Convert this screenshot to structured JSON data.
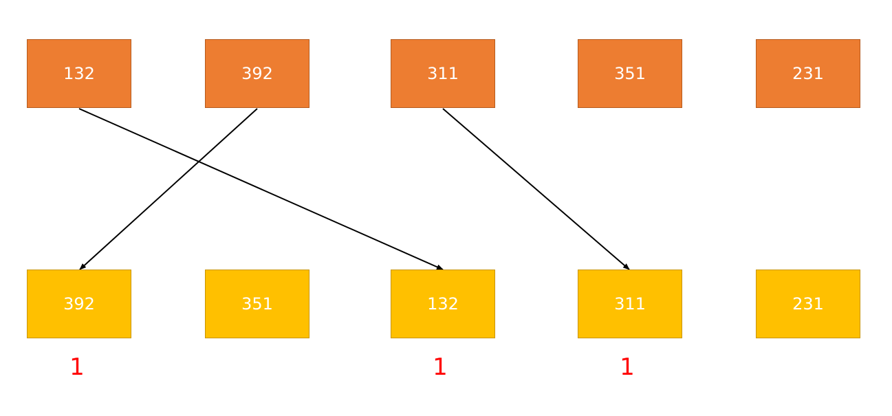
{
  "top_row": [
    "132",
    "392",
    "311",
    "351",
    "231"
  ],
  "bottom_row": [
    "392",
    "351",
    "132",
    "311",
    "231"
  ],
  "markers": [
    "1",
    "1",
    "1"
  ],
  "connections": [
    {
      "from": "132",
      "to": "132"
    },
    {
      "from": "392",
      "to": "392"
    },
    {
      "from": "311",
      "to": "311"
    }
  ],
  "colors": {
    "top_box": "#ED7D31",
    "bottom_box": "#FFC000",
    "marker": "#FF0000",
    "arrow": "#000000"
  }
}
